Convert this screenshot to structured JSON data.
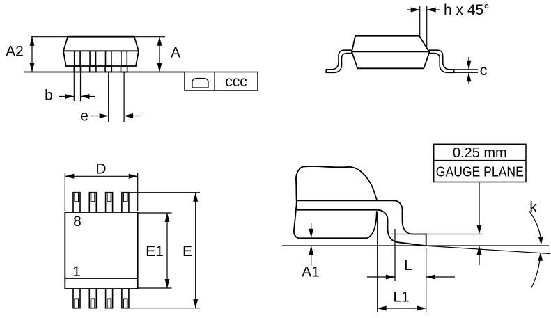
{
  "figure": {
    "description": "IC package outline mechanical drawing, 8-pin, four views",
    "colors": {
      "line": "#000000",
      "background": "#ffffff"
    },
    "front_view": {
      "a2": "A2",
      "a": "A",
      "b": "b",
      "e": "e",
      "ccc": "ccc"
    },
    "side_view": {
      "chamfer": "h x 45°",
      "c": "c"
    },
    "top_view": {
      "d": "D",
      "pin_top": "8",
      "pin_bottom": "1",
      "e1": "E1",
      "e": "E"
    },
    "lead_view": {
      "gauge_offset": "0.25 mm",
      "gauge_plane": "GAUGE PLANE",
      "k": "k",
      "a1": "A1",
      "l": "L",
      "l1": "L1"
    }
  }
}
